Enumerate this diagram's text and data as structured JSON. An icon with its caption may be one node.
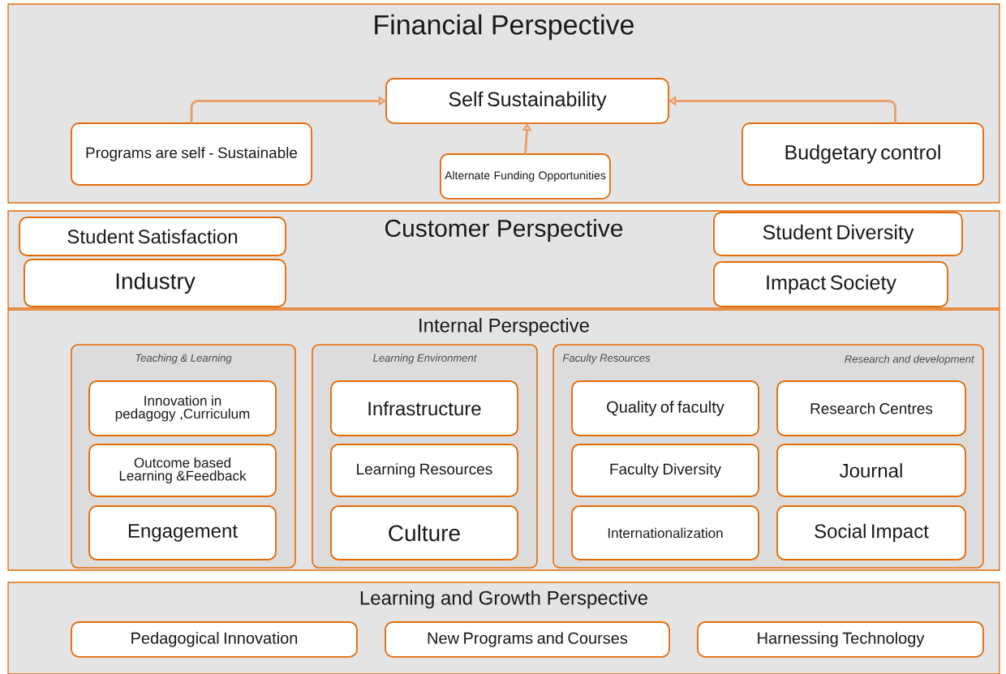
{
  "diagram": {
    "nodes": [
      {
        "text": [
          "Financial Perspective"
        ]
      },
      {
        "text": [
          "Self Sustainability"
        ],
        "in": 0
      },
      {
        "text": [
          "Programs are self - Sustainable"
        ],
        "in": 0
      },
      {
        "text": [
          "Alternate Funding Opportunities"
        ],
        "in": 0
      },
      {
        "text": [
          "Budgetary control"
        ],
        "in": 0
      },
      {
        "text": [
          "Customer Perspective"
        ]
      },
      {
        "text": [
          "Student Satisfaction"
        ],
        "in": 5
      },
      {
        "text": [
          "Industry"
        ],
        "in": 5
      },
      {
        "text": [
          "Student Diversity"
        ],
        "in": 5
      },
      {
        "text": [
          "Impact Society"
        ],
        "in": 5
      },
      {
        "text": [
          "Internal Perspective"
        ]
      },
      {
        "text": [
          "Teaching & Learning"
        ],
        "in": 10
      },
      {
        "text": [
          "Innovation in pedagogy ,Curriculum"
        ],
        "in": 11
      },
      {
        "text": [
          "Outcome based Learning &Feedback"
        ],
        "in": 11
      },
      {
        "text": [
          "Engagement"
        ],
        "in": 11
      },
      {
        "text": [
          "Learning Environment"
        ],
        "in": 10
      },
      {
        "text": [
          "Infrastructure"
        ],
        "in": 15
      },
      {
        "text": [
          "Learning Resources"
        ],
        "in": 15
      },
      {
        "text": [
          "Culture"
        ],
        "in": 15
      },
      {
        "text": [
          "Faculty Resources",
          "Research and development"
        ],
        "in": 10
      },
      {
        "text": [
          "Quality of faculty"
        ],
        "in": 19
      },
      {
        "text": [
          "Faculty Diversity"
        ],
        "in": 19
      },
      {
        "text": [
          "Internationalization"
        ],
        "in": 19
      },
      {
        "text": [
          "Research Centres"
        ],
        "in": 19
      },
      {
        "text": [
          "Journal"
        ],
        "in": 19
      },
      {
        "text": [
          "Social Impact"
        ],
        "in": 19
      },
      {
        "text": [
          "Learning and Growth Perspective"
        ]
      },
      {
        "text": [
          "Pedagogical Innovation"
        ],
        "in": 26
      },
      {
        "text": [
          "New Programs and Courses"
        ],
        "in": 26
      },
      {
        "text": [
          "Harnessing Technology"
        ],
        "in": 26
      }
    ],
    "edges": [
      {
        "from": 2,
        "to": 1,
        "arrow": "to"
      },
      {
        "from": 4,
        "to": 1,
        "arrow": "to"
      },
      {
        "from": 3,
        "to": 1,
        "arrow": "to"
      }
    ]
  }
}
